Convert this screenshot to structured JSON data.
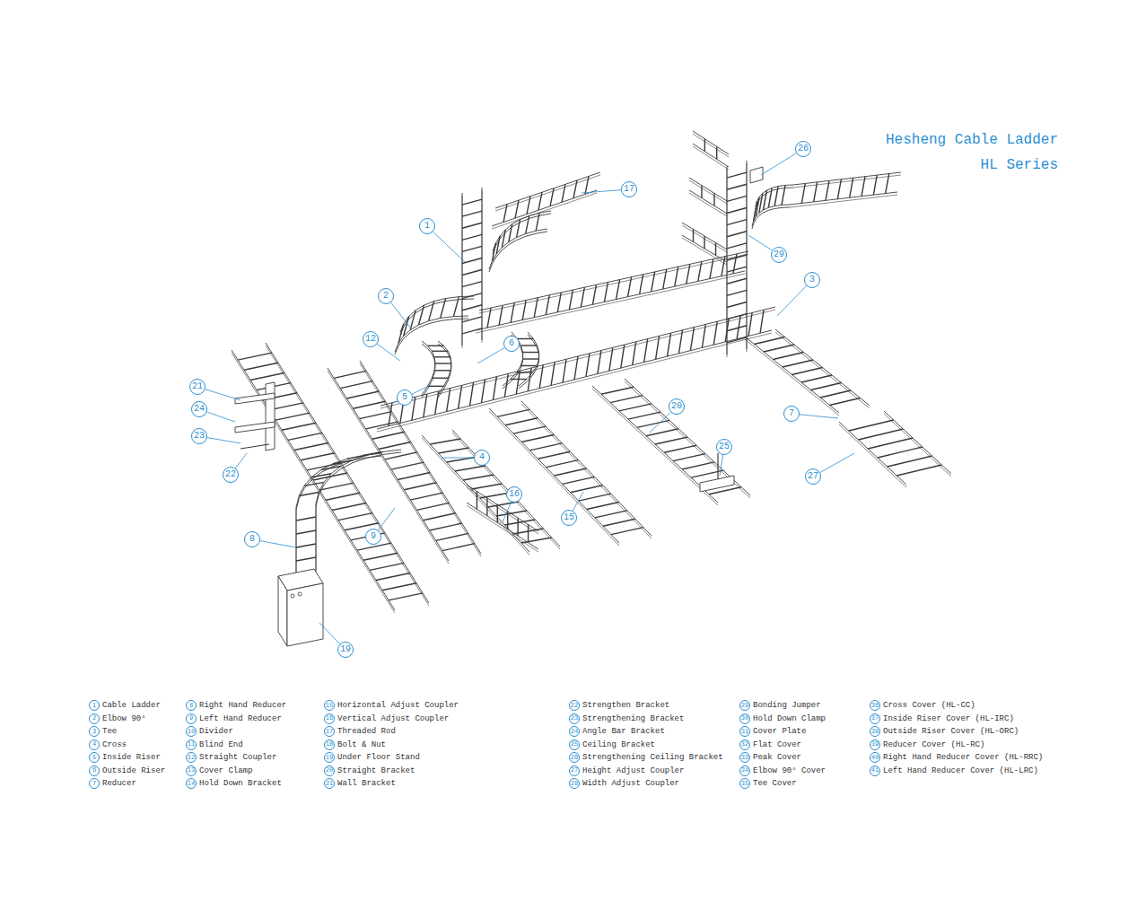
{
  "diagram": {
    "title": "Hesheng Cable Ladder",
    "labels": [
      "HL Series",
      "26",
      "17",
      "1",
      "29",
      "3",
      "2",
      "12",
      "6",
      "5",
      "21",
      "24",
      "23",
      "22",
      "20",
      "7",
      "25",
      "27",
      "4",
      "16",
      "15",
      "8",
      "9",
      "19",
      "1",
      "Cable Ladder",
      "2",
      "Elbow 90°",
      "3",
      "Tee",
      "4",
      "Cross",
      "5",
      "Inside Riser",
      "6",
      "Outside Riser",
      "7",
      "Reducer",
      "8",
      "Right Hand Reducer",
      "9",
      "Left Hand Reducer",
      "10",
      "Divider",
      "11",
      "Blind End",
      "12",
      "Straight Coupler",
      "13",
      "Cover Clamp",
      "14",
      "Hold Down Bracket",
      "15",
      "Horizontal Adjust Coupler",
      "16",
      "Vertical Adjust Coupler",
      "17",
      "Threaded Rod",
      "18",
      "Bolt & Nut",
      "19",
      "Under Floor Stand",
      "20",
      "Straight Bracket",
      "21",
      "Wall Bracket",
      "22",
      "Strengthen Bracket",
      "23",
      "Strengthening Bracket",
      "24",
      "Angle Bar Bracket",
      "25",
      "Ceiling Bracket",
      "26",
      "Strengthening Ceiling Bracket",
      "27",
      "Height Adjust Coupler",
      "28",
      "Width Adjust Coupler",
      "29",
      "Bonding Jumper",
      "30",
      "Hold Down Clamp",
      "31",
      "Cover Plate",
      "32",
      "Flat Cover",
      "33",
      "Peak Cover",
      "34",
      "Elbow 90° Cover",
      "35",
      "Tee Cover",
      "36",
      "Cross Cover (HL-CC)",
      "37",
      "Inside Riser Cover (HL-IRC)",
      "38",
      "Outside Riser Cover (HL-ORC)",
      "39",
      "Reducer Cover (HL-RC)",
      "40",
      "Right Hand Reducer Cover (HL-RRC)",
      "41",
      "Left Hand Reducer Cover (HL-LRC)"
    ]
  }
}
